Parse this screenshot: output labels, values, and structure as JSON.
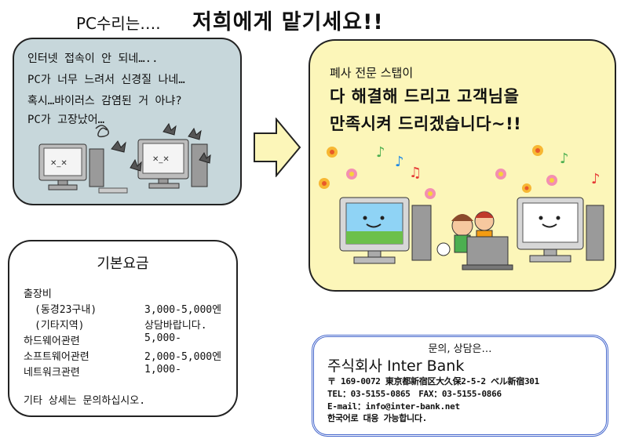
{
  "headline": {
    "small": "PC수리는….",
    "big": "저희에게 맡기세요!!"
  },
  "problem_bubble": {
    "lines": [
      "인터넷 접속이 안 되네…..",
      "PC가 너무 느려서 신경질 나네…",
      "혹시…바이러스 감염된 거 아냐?",
      "PC가 고장났어…"
    ]
  },
  "solution_bubble": {
    "tagline": "폐사 전문 스탭이",
    "headline_1": "다 해결해 드리고 고객님을",
    "headline_2": "만족시켜 드리겠습니다~!!"
  },
  "fees": {
    "title": "기본요금",
    "rows": [
      {
        "label": "출장비",
        "value": ""
      },
      {
        "label": "(동경23구내)",
        "value": "3,000-5,000엔"
      },
      {
        "label": "(기타지역)",
        "value": "상담바랍니다."
      },
      {
        "label": "하드웨어관련",
        "value": "5,000-"
      },
      {
        "label": "소프트웨어관련",
        "value": "2,000-5,000엔"
      },
      {
        "label": "네트워크관련",
        "value": "1,000-"
      }
    ],
    "footer": "기타 상세는 문의하십시오."
  },
  "contact": {
    "heading": "문의, 상담은…",
    "company": "주식회사 Inter Bank",
    "address": "〒 169-0072 東京都新宿区大久保2-5-2 ベル新宿301",
    "phone_fax": "TEL：03-5155-0865　FAX：03-5155-0866",
    "email": "E-mail：info@inter-bank.net",
    "note": "한국어로 대응 가능합니다."
  },
  "colors": {
    "problem_bg": "#c7d7db",
    "solution_bg": "#fcf6b9",
    "arrow_fill": "#fcf6b9",
    "contact_border": "#4466cc"
  },
  "icons": [
    "broken-computer-icon",
    "virus-bug-icon",
    "arrow-right-icon",
    "happy-computer-icon",
    "children-icon",
    "flower-icon",
    "music-note-icon"
  ]
}
